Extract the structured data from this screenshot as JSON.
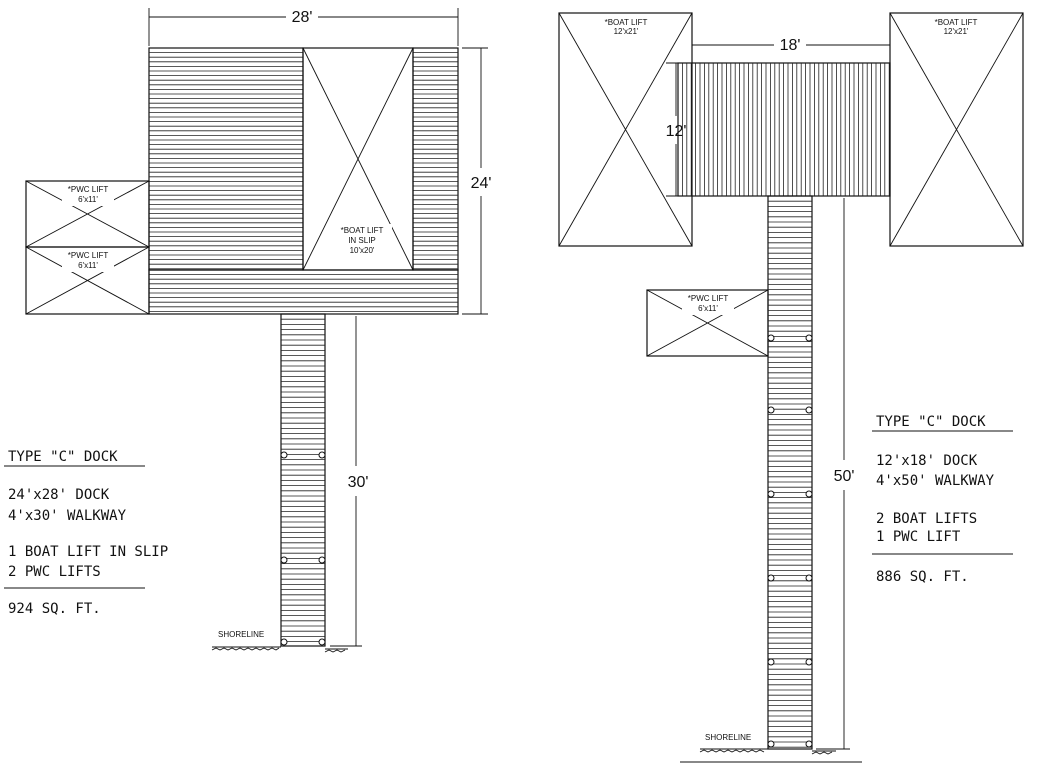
{
  "left": {
    "dim_width": "28'",
    "dim_height": "24'",
    "dim_walkway": "30'",
    "pwc_lift_1": {
      "title": "*PWC LIFT",
      "size": "6'x11'"
    },
    "pwc_lift_2": {
      "title": "*PWC LIFT",
      "size": "6'x11'"
    },
    "boat_lift": {
      "line1": "*BOAT LIFT",
      "line2": "IN SLIP",
      "size": "10'x20'"
    },
    "shoreline": "SHORELINE",
    "legend": {
      "title": "TYPE \"C\" DOCK",
      "line1": "24'x28' DOCK",
      "line2": "4'x30' WALKWAY",
      "line3": "1 BOAT LIFT IN SLIP",
      "line4": "2 PWC LIFTS",
      "area": "924 SQ. FT."
    }
  },
  "right": {
    "dim_width": "18'",
    "dim_height": "12'",
    "dim_walkway": "50'",
    "boat_lift_left": {
      "title": "*BOAT LIFT",
      "size": "12'x21'"
    },
    "boat_lift_right": {
      "title": "*BOAT LIFT",
      "size": "12'x21'"
    },
    "pwc_lift": {
      "title": "*PWC LIFT",
      "size": "6'x11'"
    },
    "shoreline": "SHORELINE",
    "legend": {
      "title": "TYPE \"C\" DOCK",
      "line1": "12'x18' DOCK",
      "line2": "4'x50' WALKWAY",
      "line3": "2  BOAT LIFTS",
      "line4": "1  PWC LIFT",
      "area": "886 SQ. FT."
    }
  }
}
